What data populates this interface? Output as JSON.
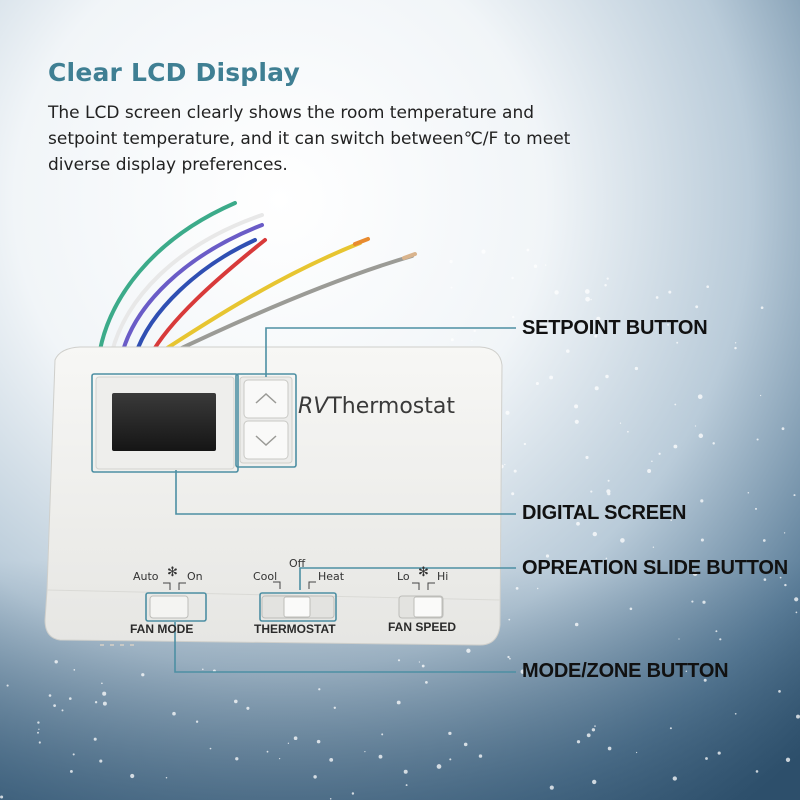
{
  "heading": "Clear LCD Display",
  "description": [
    "The LCD screen clearly shows the room temperature and",
    "setpoint temperature, and it can switch between℃/F to meet",
    "diverse display preferences."
  ],
  "callouts": {
    "setpoint": "SETPOINT BUTTON",
    "screen": "DIGITAL SCREEN",
    "slide": "OPREATION SLIDE BUTTON",
    "mode": "MODE/ZONE BUTTON"
  },
  "device": {
    "brand_rv": "RV",
    "brand_rest": "Thermostat",
    "fan_mode_auto": "Auto",
    "fan_mode_on": "On",
    "fan_mode_label": "FAN MODE",
    "thermo_off": "Off",
    "thermo_cool": "Cool",
    "thermo_heat": "Heat",
    "thermo_label": "THERMOSTAT",
    "speed_lo": "Lo",
    "speed_hi": "Hi",
    "speed_label": "FAN SPEED"
  },
  "colors": {
    "heading": "#3f7f93",
    "callout_line": "#4d8fa3",
    "background_dark": "#2d4f6b",
    "background_light": "#f4f7fa"
  }
}
